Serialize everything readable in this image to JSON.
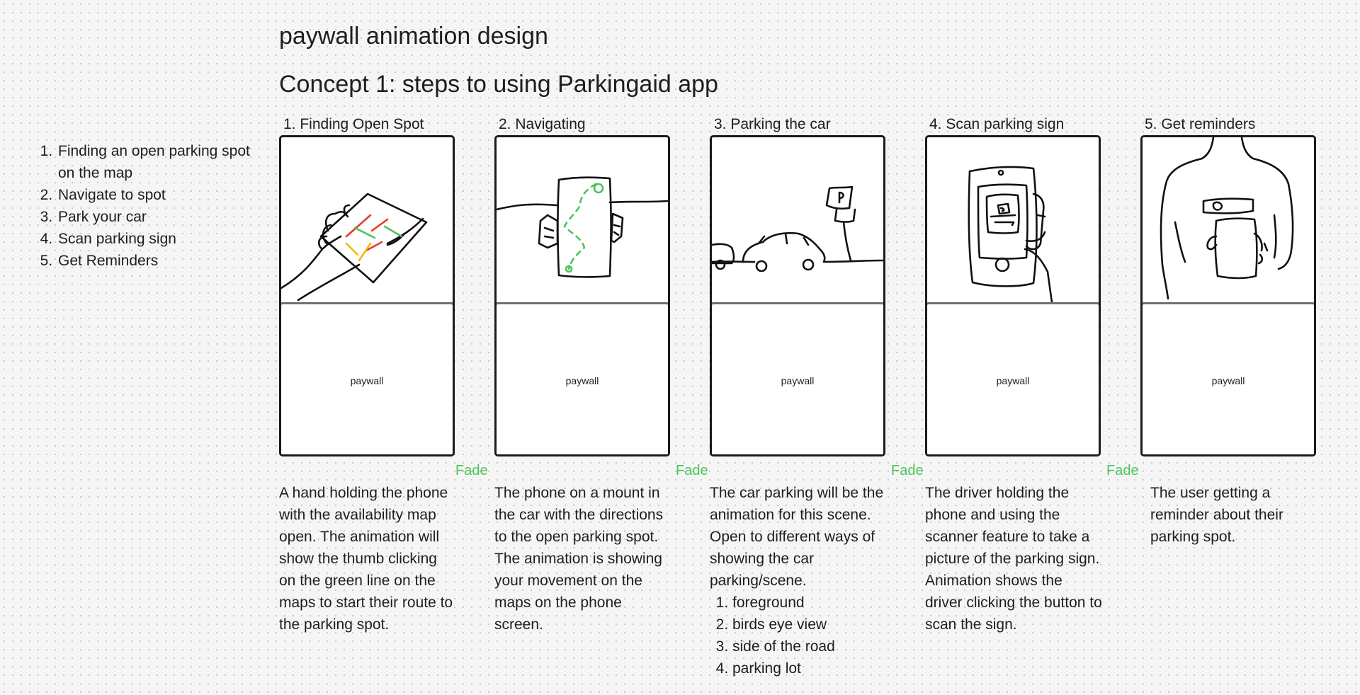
{
  "board_title": "paywall animation design",
  "concept_title": "Concept 1: steps to using Parkingaid app",
  "steps_list": [
    "Finding an open parking spot on the map",
    "Navigate to spot",
    "Park your car",
    "Scan parking sign",
    "Get Reminders"
  ],
  "frames": [
    {
      "label": "1. Finding Open Spot",
      "paywall": "paywall",
      "transition": "Fade",
      "description": "A hand holding the phone with the availability map open. The animation will show the thumb clicking on the green line on the maps to start their route to the parking spot.",
      "sub_list": []
    },
    {
      "label": "2. Navigating",
      "paywall": "paywall",
      "transition": "Fade",
      "description": "The phone on a mount in the car with the directions to the open parking spot. The animation is showing your movement on the maps on the phone screen.",
      "sub_list": []
    },
    {
      "label": "3. Parking the car",
      "paywall": "paywall",
      "transition": "Fade",
      "description": "The car parking will be the animation for this scene. Open to different ways of showing the car parking/scene.",
      "sub_list": [
        "foreground",
        "birds eye view",
        "side of the road",
        "parking lot"
      ]
    },
    {
      "label": "4. Scan parking sign",
      "paywall": "paywall",
      "transition": "Fade",
      "description": "The driver holding the phone and using the scanner feature to take a picture of the parking sign. Animation shows the driver clicking the button to scan the sign.",
      "sub_list": []
    },
    {
      "label": "5. Get reminders",
      "paywall": "paywall",
      "transition": "",
      "description": "The user getting a reminder about their parking spot.",
      "sub_list": []
    }
  ],
  "sketch_icons": [
    "hand-holding-map-sketch-icon",
    "phone-on-mount-sketch-icon",
    "car-parking-sketch-icon",
    "scan-sign-sketch-icon",
    "reminder-person-sketch-icon"
  ],
  "colors": {
    "background": "#f5f5f5",
    "fade_label": "#4fc35b",
    "card_border": "#1b1b1b",
    "paywall_border": "#707070",
    "map_green": "#4fc35b",
    "map_red": "#e53b2c",
    "map_yellow": "#f2b705"
  }
}
